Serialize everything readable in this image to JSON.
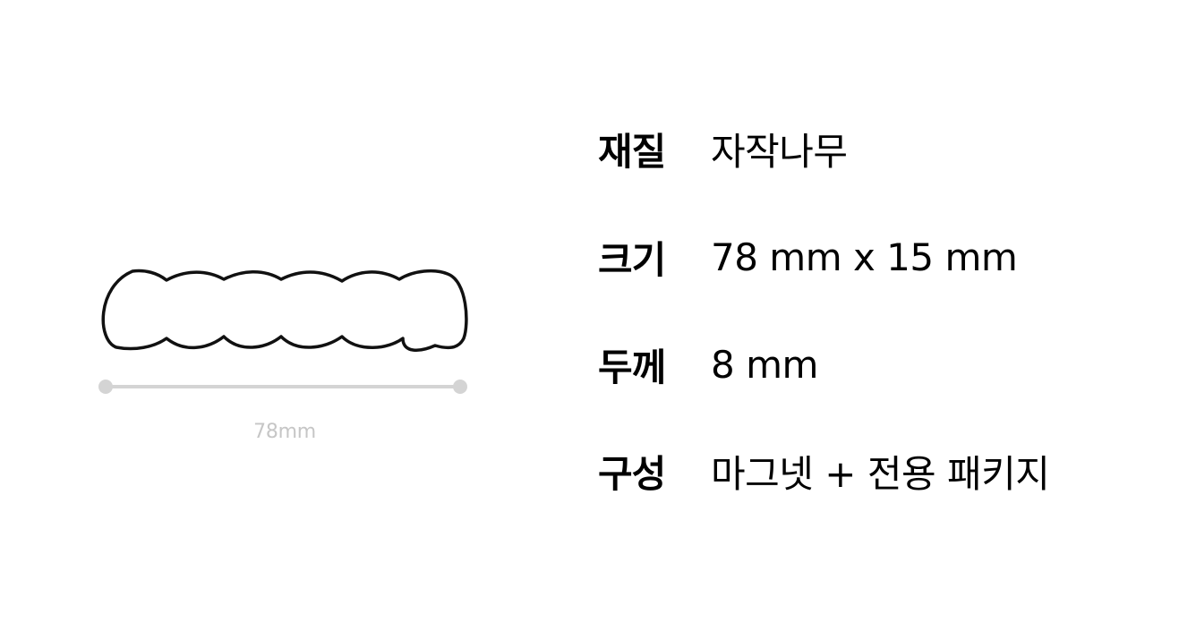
{
  "product_diagram": {
    "width_label": "78mm",
    "outline_color": "#111111",
    "dimension_line_color": "#d4d4d4"
  },
  "specs": [
    {
      "label": "재질",
      "value": "자작나무"
    },
    {
      "label": "크기",
      "value": "78 mm x 15 mm"
    },
    {
      "label": "두께",
      "value": "8 mm"
    },
    {
      "label": "구성",
      "value": "마그넷 + 전용 패키지"
    }
  ]
}
